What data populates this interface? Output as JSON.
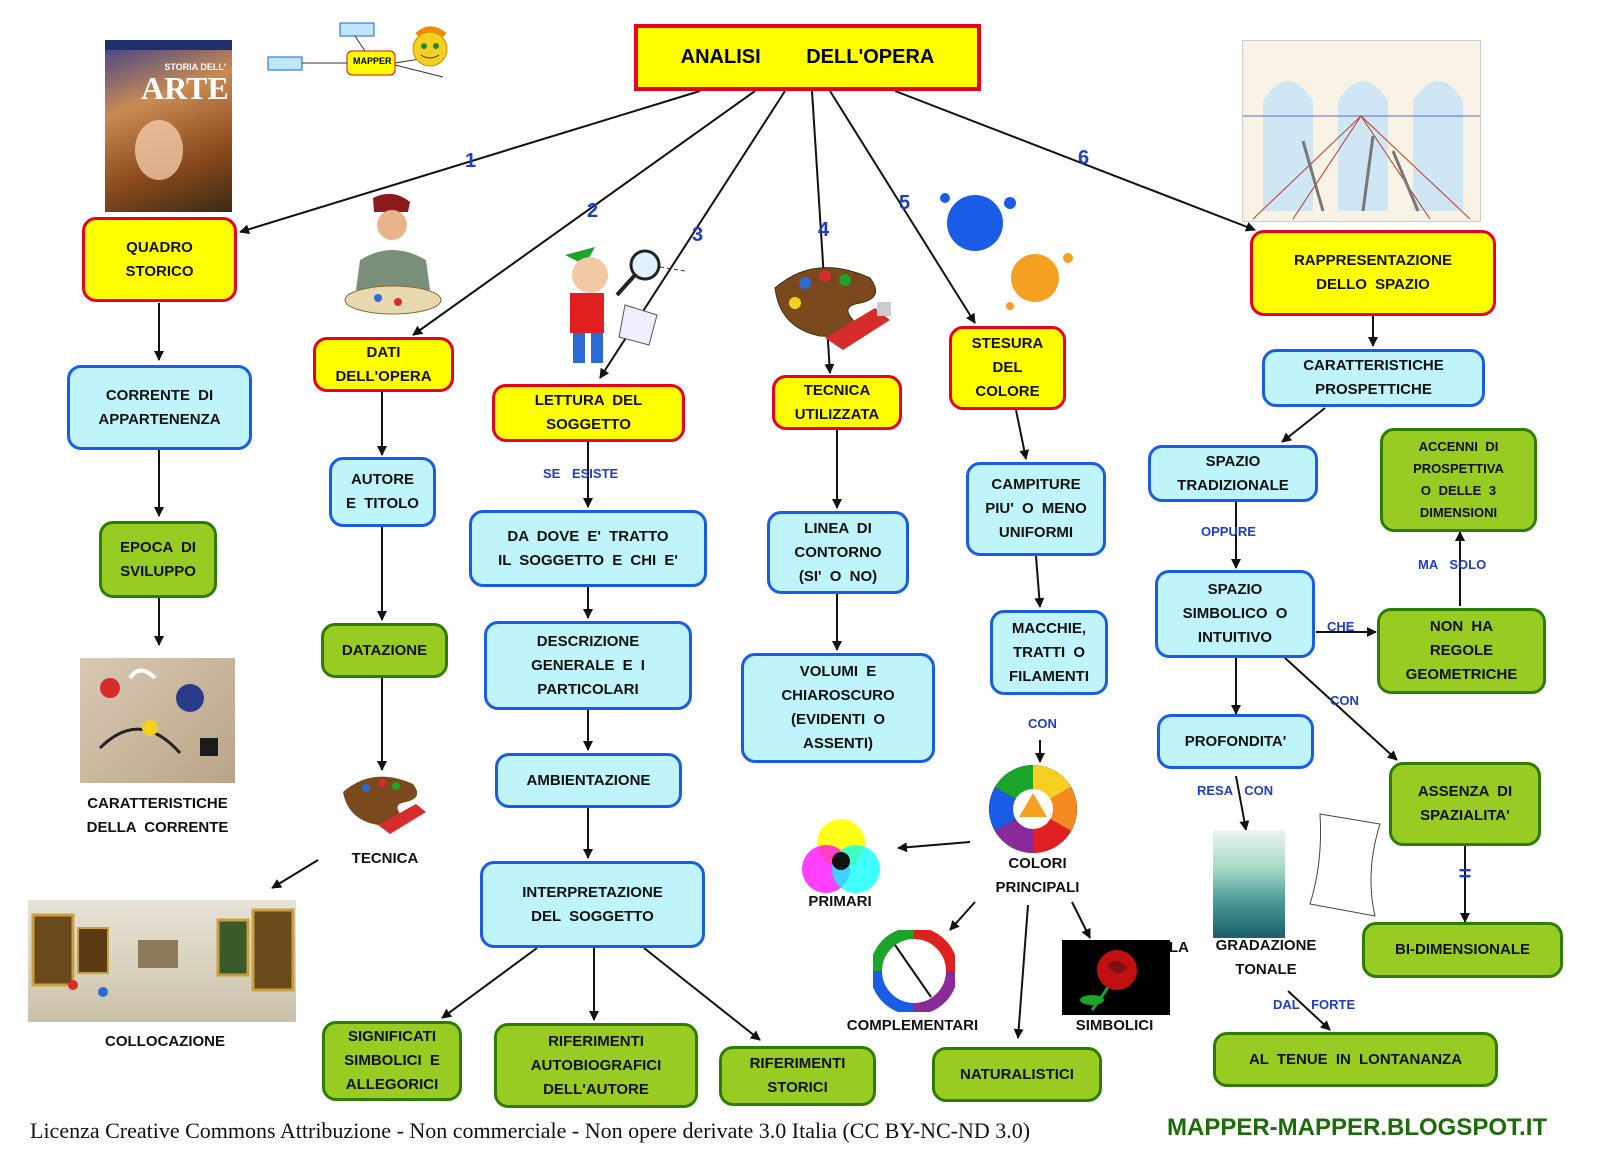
{
  "title": "ANALISI DELL'OPERA",
  "branch_numbers": [
    "1",
    "2",
    "3",
    "4",
    "5",
    "6"
  ],
  "nodes": {
    "quadro_storico": "QUADRO\nSTORICO",
    "corrente": "CORRENTE DI\nAPPARTENENZA",
    "epoca": "EPOCA DI\nSVILUPPO",
    "caratteristiche_corrente": "CARATTERISTICHE\nDELLA CORRENTE",
    "collocazione": "COLLOCAZIONE",
    "dati_opera": "DATI\nDELL'OPERA",
    "autore_titolo": "AUTORE\nE TITOLO",
    "datazione": "DATAZIONE",
    "tecnica": "TECNICA",
    "lettura_soggetto": "LETTURA DEL\nSOGGETTO",
    "da_dove": "DA DOVE E' TRATTO\nIL SOGGETTO E CHI E'",
    "descrizione": "DESCRIZIONE\nGENERALE E I\nPARTICOLARI",
    "ambientazione": "AMBIENTAZIONE",
    "interpretazione": "INTERPRETAZIONE\nDEL SOGGETTO",
    "significati": "SIGNIFICATI\nSIMBOLICI E\nALLEGORICI",
    "rif_autobiografici": "RIFERIMENTI\nAUTOBIOGRAFICI\nDELL'AUTORE",
    "rif_storici": "RIFERIMENTI\nSTORICI",
    "tecnica_utilizzata": "TECNICA\nUTILIZZATA",
    "linea_contorno": "LINEA DI\nCONTORNO\n(SI' O NO)",
    "volumi": "VOLUMI E\nCHIAROSCURO\n(EVIDENTI O\nASSENTI)",
    "stesura_colore": "STESURA\nDEL\nCOLORE",
    "campiture": "CAMPITURE\nPIU' O MENO\nUNIFORMI",
    "macchie": "MACCHIE,\nTRATTI O\nFILAMENTI",
    "colori_principali": "COLORI\nPRINCIPALI",
    "primari": "PRIMARI",
    "complementari": "COMPLEMENTARI",
    "naturalistici": "NATURALISTICI",
    "simbolici": "SIMBOLICI",
    "rappresentazione_spazio": "RAPPRESENTAZIONE\nDELLO SPAZIO",
    "caratteristiche_prospettiche": "CARATTERISTICHE\nPROSPETTICHE",
    "spazio_tradizionale": "SPAZIO\nTRADIZIONALE",
    "spazio_simbolico": "SPAZIO\nSIMBOLICO O\nINTUITIVO",
    "accenni": "ACCENNI DI\nPROSPETTIVA\nO DELLE 3\nDIMENSIONI",
    "non_ha_regole": "NON HA\nREGOLE\nGEOMETRICHE",
    "profondita": "PROFONDITA'",
    "assenza_spazialita": "ASSENZA DI\nSPAZIALITA'",
    "gradazione_tonale": "GRADAZIONE\nTONALE",
    "bidimensionale": "BI-DIMENSIONALE",
    "al_tenue": "AL TENUE IN LONTANANZA"
  },
  "link_labels": {
    "se_esiste": "SE ESISTE",
    "con_colori": "CON",
    "oppure": "OPPURE",
    "che": "CHE",
    "ma_solo": "MA SOLO",
    "con_assenza": "CON",
    "resa_con": "RESA CON",
    "equals": "=",
    "dal_forte": "DAL FORTE",
    "la": "LA"
  },
  "images": {
    "book_title": "STORIA DELL'",
    "book_word": "ARTE",
    "mapper_logo": "MAPPER"
  },
  "footer": {
    "license": "Licenza Creative Commons Attribuzione - Non commerciale - Non opere derivate 3.0 Italia (CC BY-NC-ND 3.0)",
    "site": "MAPPER-MAPPER.BLOGSPOT.IT"
  },
  "colors": {
    "primary_box": "#ffff00",
    "primary_border": "#e8001c",
    "secondary_box": "#bff4fb",
    "secondary_border": "#1a5ce6",
    "tertiary_box": "#99cc22",
    "tertiary_border": "#2e7d00",
    "label_blue": "#1f3fbf"
  }
}
